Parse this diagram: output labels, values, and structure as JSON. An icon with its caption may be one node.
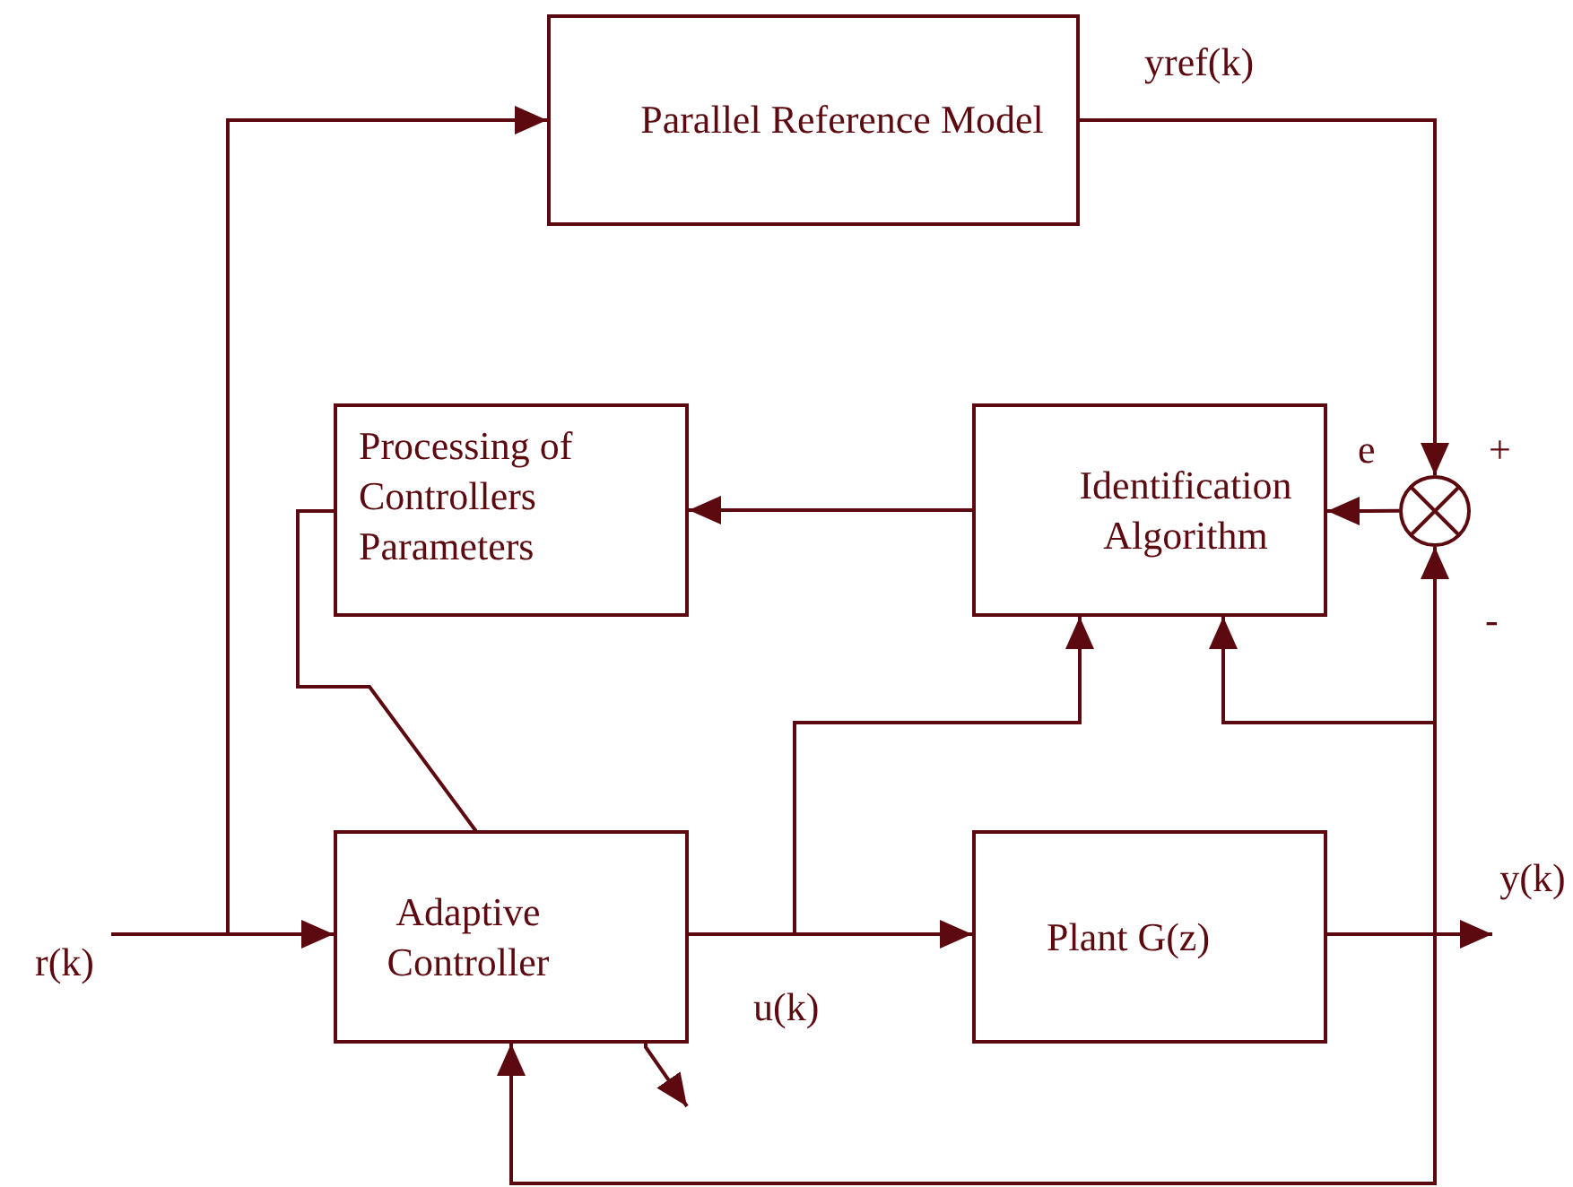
{
  "diagram": {
    "nodes": [
      {
        "text": [
          "Parallel Reference Model"
        ]
      },
      {
        "text": [
          "Processing of Controllers Parameters"
        ]
      },
      {
        "text": [
          "Identification Algorithm"
        ]
      },
      {
        "text": [],
        "shape": "circle"
      },
      {
        "text": [
          "Adaptive Controller"
        ]
      },
      {
        "text": [
          "Plant G(z)"
        ]
      },
      {
        "text": [
          "r(k)"
        ]
      },
      {
        "text": [
          "y(k)"
        ]
      }
    ],
    "edges": [
      {
        "from": 6,
        "to": 4,
        "arrow": "to"
      },
      {
        "from": 6,
        "to": 0,
        "arrow": "to"
      },
      {
        "from": 0,
        "to": 3,
        "arrow": "to"
      },
      {
        "from": 3,
        "to": 2,
        "arrow": "to"
      },
      {
        "from": 2,
        "to": 1,
        "arrow": "to"
      },
      {
        "from": 1,
        "to": 4,
        "arrow": "none"
      },
      {
        "from": 4,
        "to": 5,
        "arrow": "to"
      },
      {
        "from": 4,
        "to": 2,
        "arrow": "to"
      },
      {
        "from": 5,
        "to": 7,
        "arrow": "to"
      },
      {
        "from": 5,
        "to": 3,
        "arrow": "to"
      },
      {
        "from": 5,
        "to": 2,
        "arrow": "to"
      },
      {
        "from": 5,
        "to": 4,
        "arrow": "to"
      },
      {
        "from": 4,
        "to": null,
        "arrow": "to"
      }
    ],
    "labels": [
      "yref(k)",
      "e",
      "+",
      "-",
      "u(k)"
    ]
  }
}
